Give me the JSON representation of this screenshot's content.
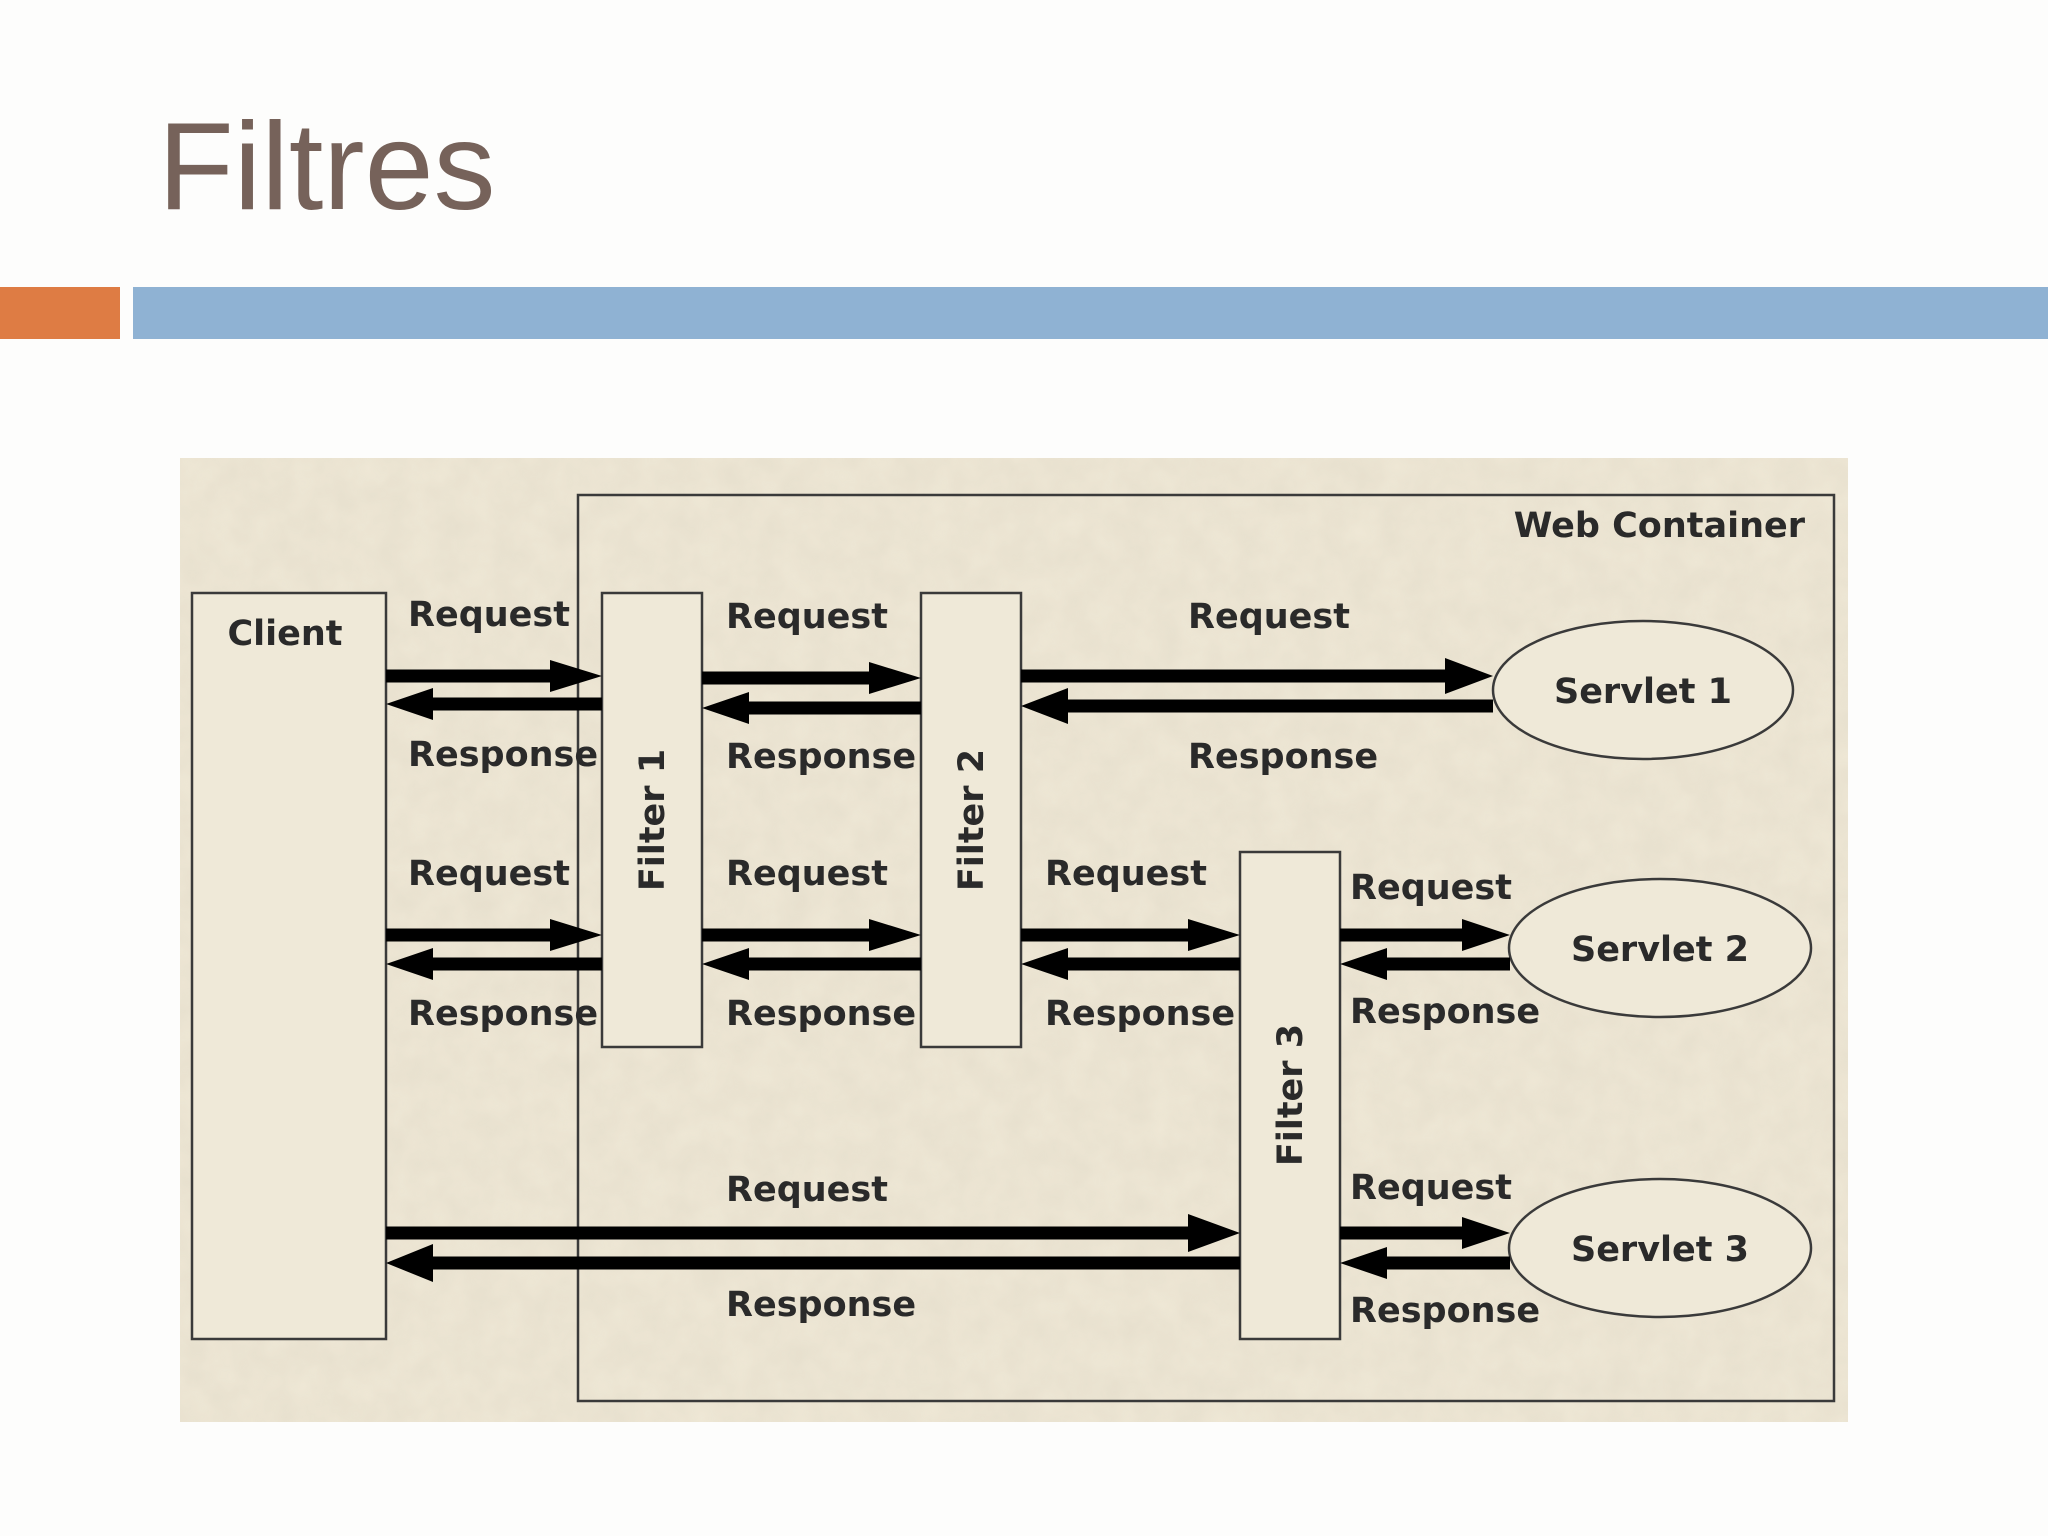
{
  "slide": {
    "title": "Filtres",
    "colors": {
      "title": "#76625a",
      "accent_orange": "#de7c44",
      "accent_blue": "#8fb2d3"
    }
  },
  "diagram": {
    "container_label": "Web Container",
    "client": "Client",
    "filters": [
      "Filter 1",
      "Filter 2",
      "Filter 3"
    ],
    "servlets": [
      "Servlet 1",
      "Servlet 2",
      "Servlet 3"
    ],
    "request_label": "Request",
    "response_label": "Response"
  }
}
